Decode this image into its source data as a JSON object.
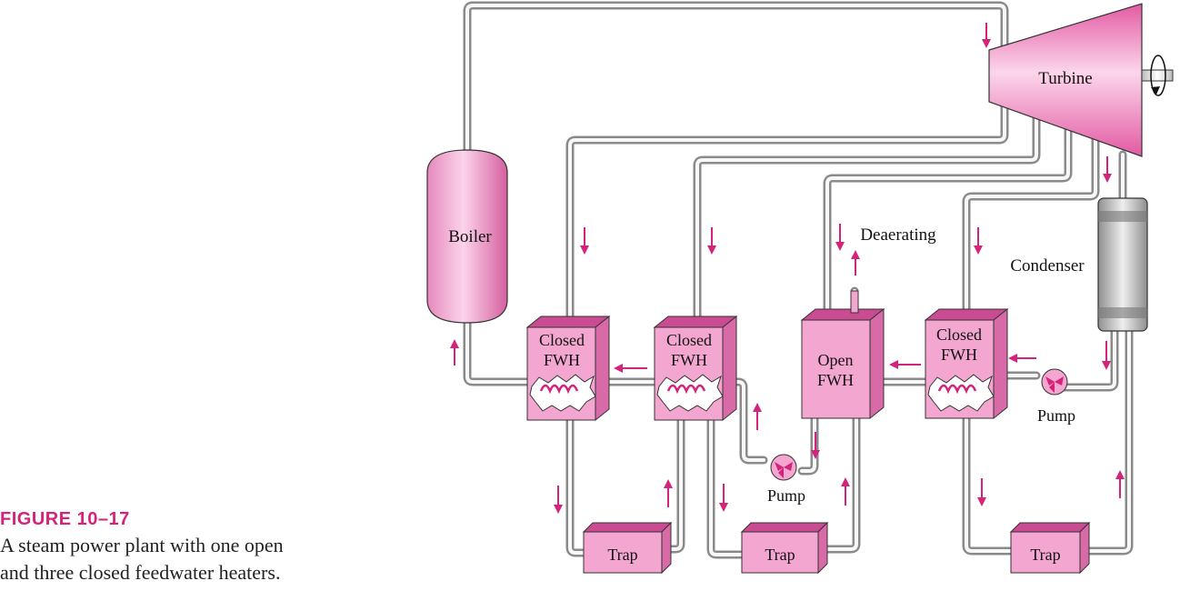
{
  "figure": {
    "label": "FIGURE 10–17",
    "caption_line1": "A steam power plant with one open",
    "caption_line2": "and three closed feedwater heaters."
  },
  "components": {
    "turbine": "Turbine",
    "boiler": "Boiler",
    "condenser": "Condenser",
    "deaerating": "Deaerating",
    "closed_fwh_1": [
      "Closed",
      "FWH"
    ],
    "closed_fwh_2": [
      "Closed",
      "FWH"
    ],
    "open_fwh": [
      "Open",
      "FWH"
    ],
    "closed_fwh_3": [
      "Closed",
      "FWH"
    ],
    "pump_1": "Pump",
    "pump_2": "Pump",
    "trap_1": "Trap",
    "trap_2": "Trap",
    "trap_3": "Trap"
  },
  "colors": {
    "accent": "#d4237a",
    "component_fill": "#f3a6cf",
    "component_dark": "#d96aa8",
    "pipe": "#8a8a8a",
    "pipe_fill": "#f4f4f4"
  }
}
